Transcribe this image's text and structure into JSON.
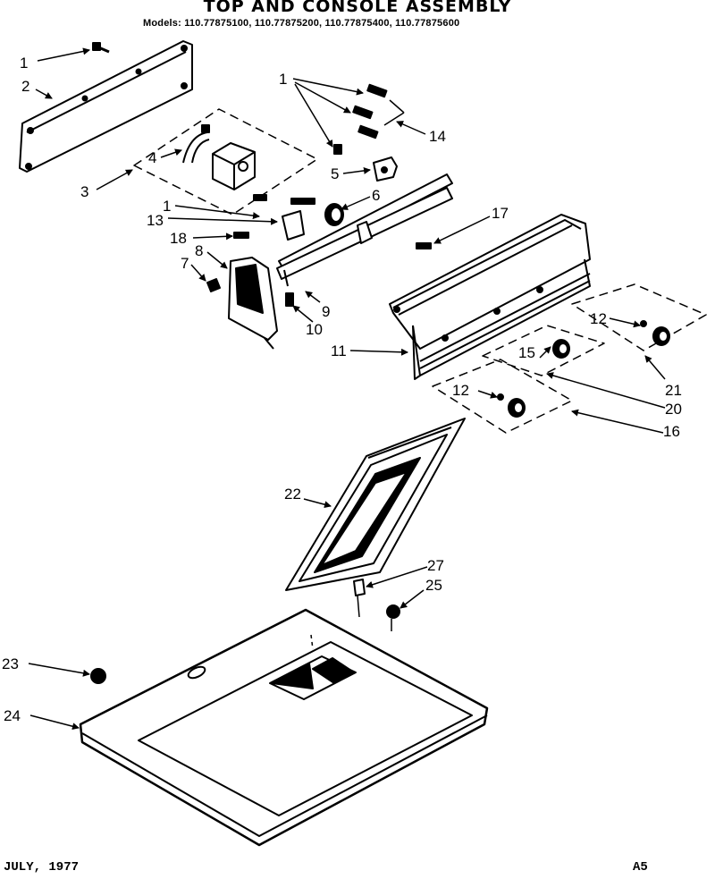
{
  "title": "TOP AND CONSOLE ASSEMBLY",
  "models": "Models: 110.77875100, 110.77875200, 110.77875400, 110.77875600",
  "footer": {
    "date": "JULY, 1977",
    "page": "A5"
  },
  "callouts": {
    "c1a": "1",
    "c2": "2",
    "c3": "3",
    "c4": "4",
    "c1b": "1",
    "c14": "14",
    "c5": "5",
    "c6": "6",
    "c1c": "1",
    "c13": "13",
    "c18": "18",
    "c8": "8",
    "c7": "7",
    "c17": "17",
    "c9": "9",
    "c10": "10",
    "c11": "11",
    "c12a": "12",
    "c15": "15",
    "c21": "21",
    "c12b": "12",
    "c20": "20",
    "c16": "16",
    "c22": "22",
    "c27": "27",
    "c25": "25",
    "c23": "23",
    "c24": "24"
  }
}
